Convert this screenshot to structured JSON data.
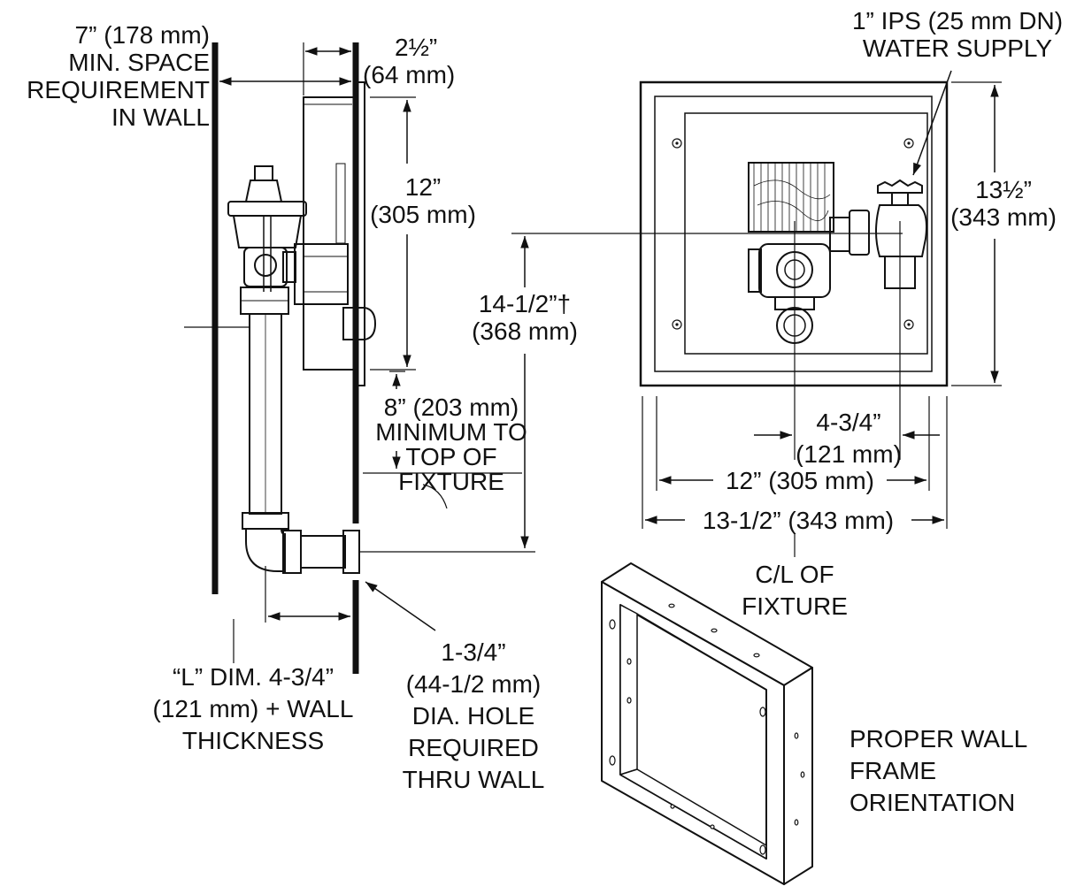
{
  "colors": {
    "ink": "#111111",
    "paper": "#ffffff",
    "fill": "#d9d9d9"
  },
  "labels": {
    "min_space": [
      "7” (178 mm)",
      "MIN. SPACE",
      "REQUIREMENT",
      "IN WALL"
    ],
    "dim_2_5": [
      "2½”",
      "(64 mm)"
    ],
    "dim_12": [
      "12”",
      "(305 mm)"
    ],
    "dim_14_5": [
      "14-1/2”†",
      "(368 mm)"
    ],
    "dim_8": [
      "8” (203 mm)",
      "MINIMUM TO",
      "TOP OF",
      "FIXTURE"
    ],
    "l_dim": [
      "“L” DIM. 4-3/4”",
      "(121 mm) + WALL",
      "THICKNESS"
    ],
    "hole": [
      "1-3/4”",
      "(44-1/2 mm)",
      "DIA. HOLE",
      "REQUIRED",
      "THRU WALL"
    ],
    "water_supply": [
      "1” IPS (25 mm DN)",
      "WATER SUPPLY"
    ],
    "dim_13_5_vert": [
      "13½”",
      "(343 mm)"
    ],
    "dim_4_75": [
      "4-3/4”",
      "(121 mm)"
    ],
    "dim_12_horiz": "12” (305 mm)",
    "dim_13_5_horiz": "13-1/2” (343 mm)",
    "centerline": [
      "C/L OF",
      "FIXTURE"
    ],
    "orientation": [
      "PROPER WALL",
      "FRAME",
      "ORIENTATION"
    ]
  }
}
